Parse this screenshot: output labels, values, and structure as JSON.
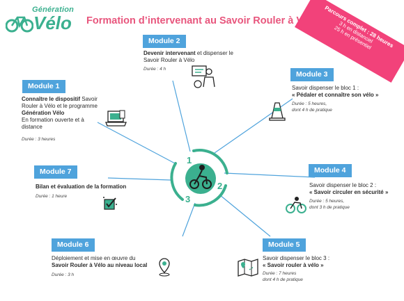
{
  "logo": {
    "small": "Génération",
    "big": "Vélo"
  },
  "title": "Formation d’intervenant au Savoir Rouler à Vélo",
  "badge": [
    "Parcours complet : 28 heures",
    "3 h en distanciel",
    "25 h en présentiel"
  ],
  "cycle": {
    "n1": "1",
    "n2": "2",
    "n3": "3"
  },
  "modules": {
    "m1": {
      "label": "Module 1",
      "l1a": "Connaître le dispositif",
      "l1b": " Savoir",
      "l2": "Rouler à Vélo et le programme",
      "l3": "Génération Vélo",
      "l4": "En formation ouverte et à",
      "l5": "distance",
      "dur": "Durée : 3 heures"
    },
    "m2": {
      "label": "Module 2",
      "l1a": "Devenir intervenant",
      "l1b": " et dispenser le",
      "l2": "Savoir Rouler à Vélo",
      "dur": "Durée : 4 h"
    },
    "m3": {
      "label": "Module 3",
      "l1": "Savoir dispenser le bloc 1 :",
      "l2": "« Pédaler et connaître son vélo »",
      "dur1": "Durée : 5 heures,",
      "dur2": "dont 4 h de pratique"
    },
    "m4": {
      "label": "Module 4",
      "l1": "Savoir dispenser le bloc 2 :",
      "l2": "« Savoir circuler en sécurité »",
      "dur1": "Durée : 5 heures,",
      "dur2": "dont 3 h de pratique"
    },
    "m5": {
      "label": "Module 5",
      "l1": "Savoir dispenser le bloc 3 :",
      "l2": "« Savoir rouler à vélo »",
      "dur1": "Durée : 7 heures",
      "dur2": "dont 4 h de pratique"
    },
    "m6": {
      "label": "Module 6",
      "l1": "Déploiement et mise en œuvre du",
      "l2": "Savoir Rouler à Vélo au niveau local",
      "dur": "Durée : 3 h"
    },
    "m7": {
      "label": "Module 7",
      "l1": "Bilan et évaluation de la formation",
      "dur": "Durée : 1 heure"
    }
  },
  "colors": {
    "green": "#3bb08f",
    "blue": "#4fa3dc",
    "pink": "#f2427a",
    "title": "#e8567d"
  }
}
